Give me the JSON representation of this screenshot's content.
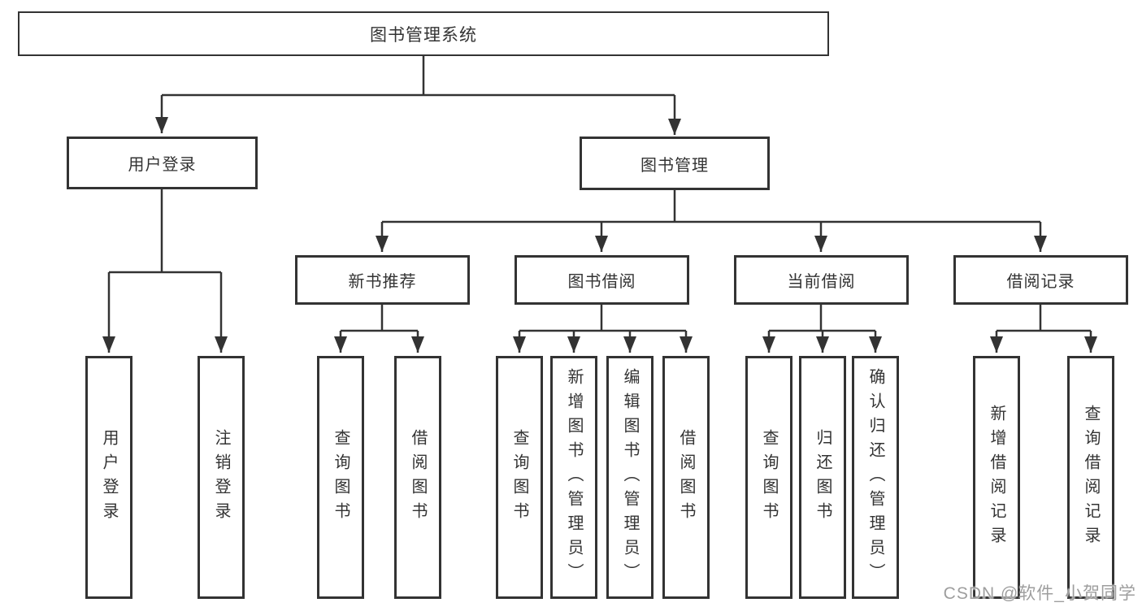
{
  "diagram": {
    "root": {
      "label": "图书管理系统"
    },
    "level1": [
      {
        "id": "user-login",
        "label": "用户登录"
      },
      {
        "id": "book-management",
        "label": "图书管理"
      }
    ],
    "level2": [
      {
        "id": "new-book-recommend",
        "label": "新书推荐"
      },
      {
        "id": "book-borrow",
        "label": "图书借阅"
      },
      {
        "id": "current-borrow",
        "label": "当前借阅"
      },
      {
        "id": "borrow-records",
        "label": "借阅记录"
      }
    ],
    "leaves": {
      "user_login": [
        "用户登录",
        "注销登录"
      ],
      "new_book": [
        "查询图书",
        "借阅图书"
      ],
      "book_borrow": [
        "查询图书",
        "新增图书（管理员）",
        "编辑图书（管理员）",
        "借阅图书"
      ],
      "current_borrow": [
        "查询图书",
        "归还图书",
        "确认归还（管理员）"
      ],
      "borrow_records": [
        "新增借阅记录",
        "查询借阅记录"
      ]
    }
  },
  "watermark": "CSDN @软件_小贺同学",
  "colors": {
    "line": "#333333",
    "text": "#333333",
    "box_background": "#ffffff",
    "watermark": "#9e9e9e"
  }
}
